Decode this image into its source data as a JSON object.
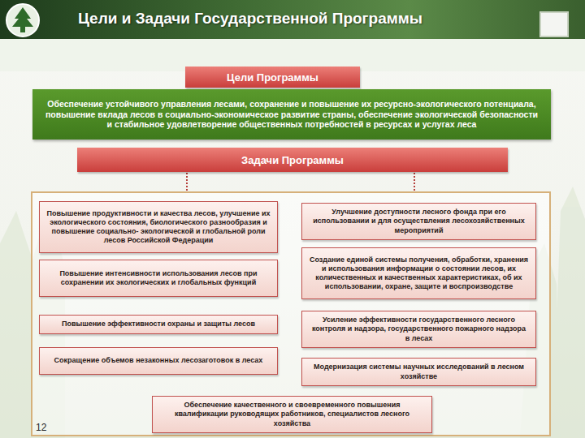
{
  "diagram": {
    "title": "Цели и Задачи Государственной Программы",
    "nodes": [
      {
        "text": [
          "Цели Программы"
        ]
      },
      {
        "text": [
          "Обеспечение устойчивого управления лесами, сохранение и повышение их ресурсно-экологического потенциала, повышение вклада лесов в социально-экономическое развитие страны, обеспечение экологической безопасности и стабильное удовлетворение общественных потребностей в ресурсах и услугах леса"
        ]
      },
      {
        "text": [
          "Задачи Программы"
        ]
      },
      {
        "text": [
          "Повышение продуктивности и качества лесов, улучшение их экологического состояния, биологического разнообразия и повышение социально- экологической и глобальной роли лесов Российской Федерации"
        ]
      },
      {
        "text": [
          "Улучшение доступности лесного фонда при его использовании и для осуществления лесохозяйственных мероприятий"
        ]
      },
      {
        "text": [
          "Повышение интенсивности использования лесов при сохранении их экологических и глобальных функций"
        ]
      },
      {
        "text": [
          "Создание единой системы получения, обработки, хранения и использования информации о состоянии лесов, их количественных и качественных характеристиках, об их использовании, охране, защите и воспроизводстве"
        ]
      },
      {
        "text": [
          "Повышение эффективности охраны и защиты лесов"
        ]
      },
      {
        "text": [
          "Усиление эффективности государственного лесного контроля и надзора, государственного пожарного надзора в лесах"
        ]
      },
      {
        "text": [
          "Сокращение объемов незаконных лесозаготовок в лесах"
        ]
      },
      {
        "text": [
          "Модернизация системы научных исследований в лесном хозяйстве"
        ]
      },
      {
        "text": [
          "Обеспечение качественного и своевременного повышения квалификации руководящих работников, специалистов лесного хозяйства"
        ]
      }
    ],
    "labels": [
      "12"
    ]
  }
}
